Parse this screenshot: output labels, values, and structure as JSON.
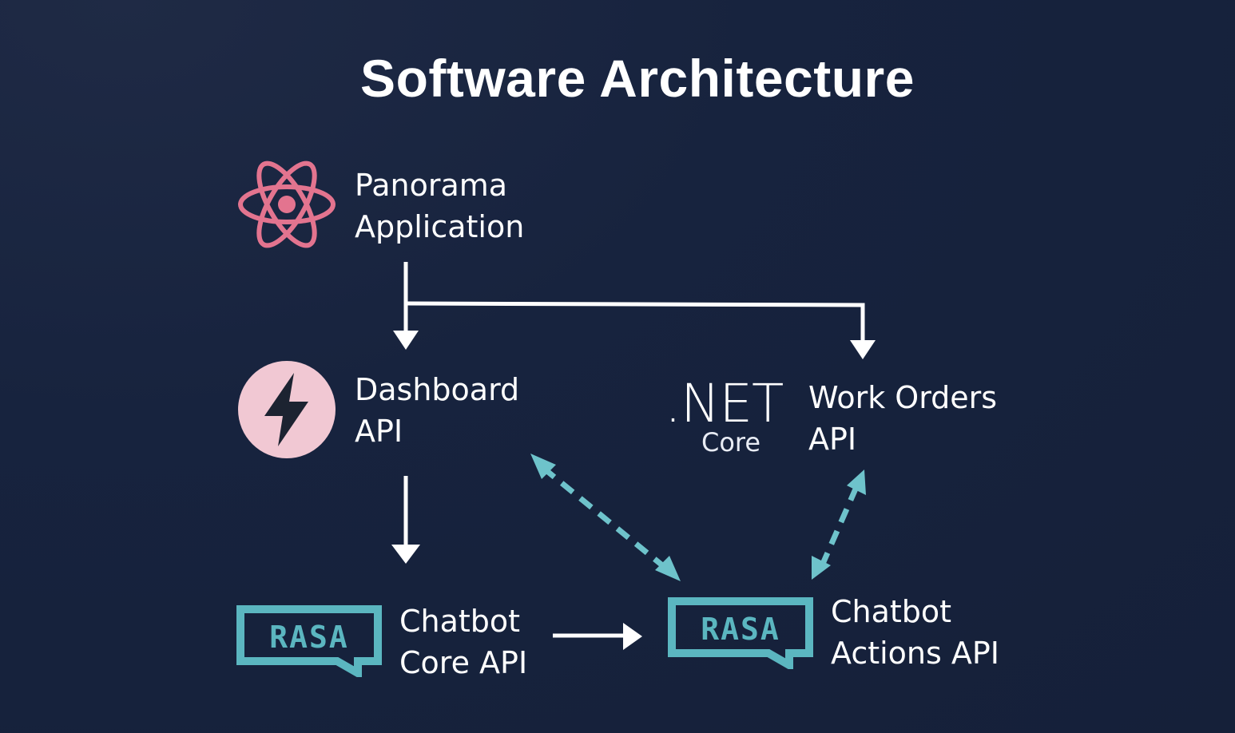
{
  "title": "Software Architecture",
  "nodes": {
    "panorama": {
      "line1": "Panorama",
      "line2": "Application",
      "icon": "react-icon"
    },
    "dashboard": {
      "line1": "Dashboard",
      "line2": "API",
      "icon": "lightning-icon"
    },
    "work_orders": {
      "line1": "Work Orders",
      "line2": "API",
      "icon": "dotnet-core-logo",
      "logo_main": ".NET",
      "logo_sub": "Core"
    },
    "chatbot_core": {
      "line1": "Chatbot",
      "line2": "Core API",
      "icon": "rasa-logo",
      "logo_text": "RASA"
    },
    "chatbot_actions": {
      "line1": "Chatbot",
      "line2": "Actions API",
      "icon": "rasa-logo",
      "logo_text": "RASA"
    }
  },
  "colors": {
    "background": "#172240",
    "text": "#ffffff",
    "react_pink": "#e3748f",
    "lightning_circle": "#f1c8d3",
    "rasa_teal": "#5bb6c0",
    "dashed_arrow": "#6ec3cb",
    "solid_arrow": "#ffffff"
  },
  "edges": [
    {
      "from": "Panorama Application",
      "to": "Dashboard API",
      "style": "solid"
    },
    {
      "from": "Panorama Application",
      "to": "Work Orders API",
      "style": "solid"
    },
    {
      "from": "Dashboard API",
      "to": "Chatbot Core API",
      "style": "solid"
    },
    {
      "from": "Chatbot Core API",
      "to": "Chatbot Actions API",
      "style": "solid"
    },
    {
      "from": "Dashboard API",
      "to": "Chatbot Actions API",
      "style": "dashed-bidirectional"
    },
    {
      "from": "Work Orders API",
      "to": "Chatbot Actions API",
      "style": "dashed-bidirectional"
    }
  ]
}
